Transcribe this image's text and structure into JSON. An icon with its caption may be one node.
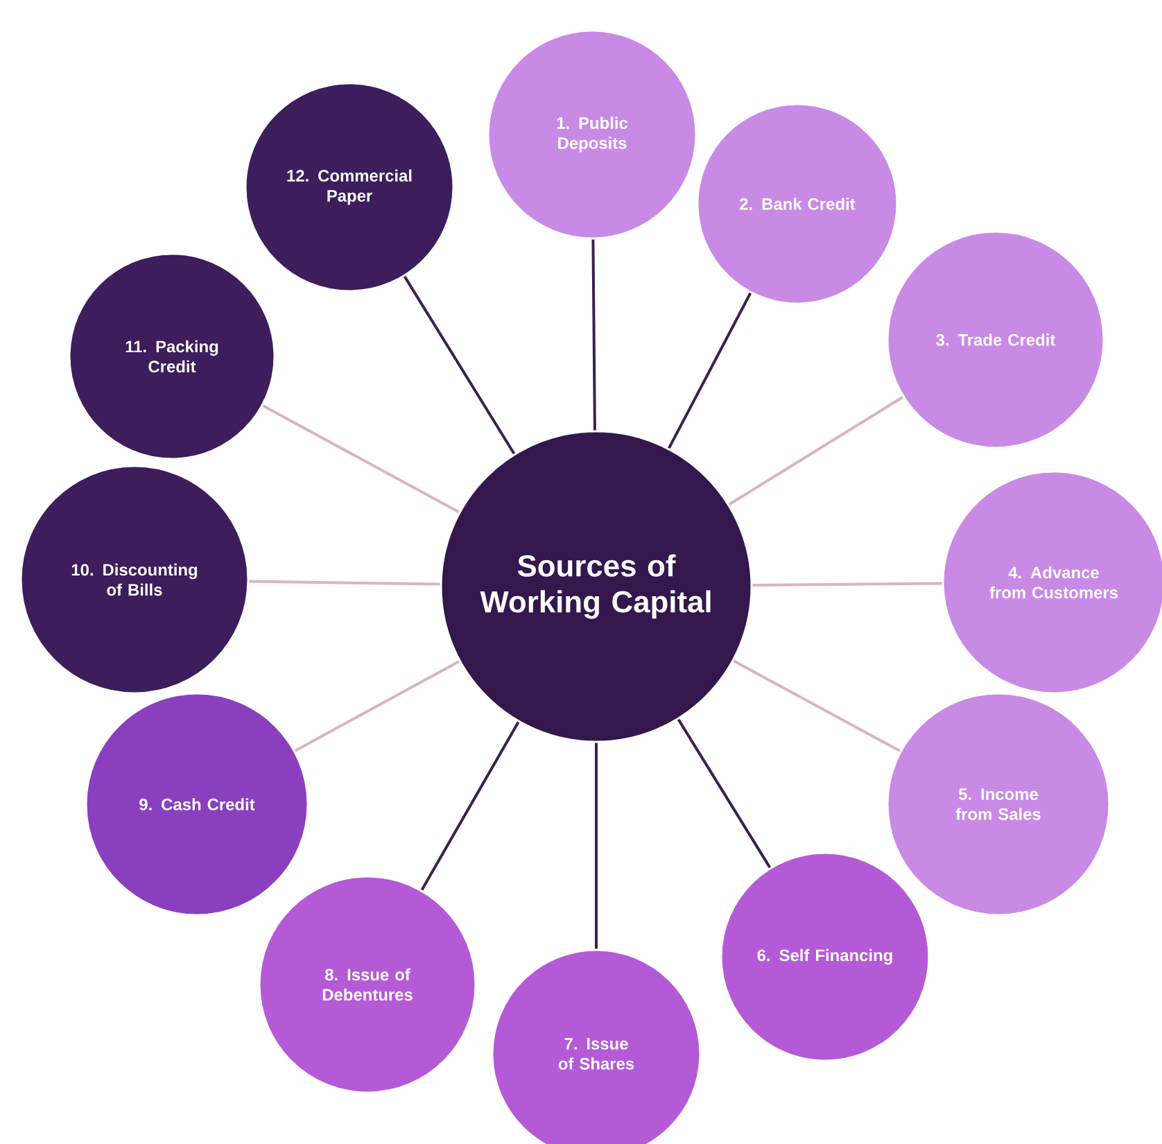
{
  "diagram": {
    "nodes": [
      {
        "text": [
          "Sources of Working Capital"
        ]
      },
      {
        "text": [
          "1. Public Deposits"
        ]
      },
      {
        "text": [
          "2. Bank Credit"
        ]
      },
      {
        "text": [
          "3. Trade Credit"
        ]
      },
      {
        "text": [
          "4. Advance from Customers"
        ]
      },
      {
        "text": [
          "5. Income from Sales"
        ]
      },
      {
        "text": [
          "6. Self Financing"
        ]
      },
      {
        "text": [
          "7. Issue of Shares"
        ]
      },
      {
        "text": [
          "8. Issue of Debentures"
        ]
      },
      {
        "text": [
          "9. Cash Credit"
        ]
      },
      {
        "text": [
          "10. Discounting of Bills"
        ]
      },
      {
        "text": [
          "11. Packing Credit"
        ]
      },
      {
        "text": [
          "12. Commercial Paper"
        ]
      }
    ],
    "edges": [
      {
        "from": 0,
        "to": 1,
        "arrow": "none"
      },
      {
        "from": 0,
        "to": 2,
        "arrow": "none"
      },
      {
        "from": 0,
        "to": 3,
        "arrow": "none",
        "color": "#dcb4bc"
      },
      {
        "from": 0,
        "to": 4,
        "arrow": "none",
        "color": "#dcb4bc"
      },
      {
        "from": 0,
        "to": 5,
        "arrow": "none",
        "color": "#dcb4bc"
      },
      {
        "from": 0,
        "to": 6,
        "arrow": "none"
      },
      {
        "from": 0,
        "to": 7,
        "arrow": "none"
      },
      {
        "from": 0,
        "to": 8,
        "arrow": "none"
      },
      {
        "from": 0,
        "to": 9,
        "arrow": "none",
        "color": "#dcb4bc"
      },
      {
        "from": 0,
        "to": 10,
        "arrow": "none",
        "color": "#dcb4bc"
      },
      {
        "from": 0,
        "to": 11,
        "arrow": "none",
        "color": "#dcb4bc"
      },
      {
        "from": 0,
        "to": 12,
        "arrow": "none"
      }
    ]
  }
}
